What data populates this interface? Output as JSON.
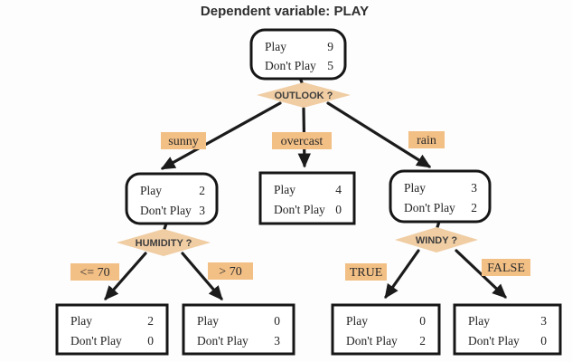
{
  "title": "Dependent variable: PLAY",
  "colors": {
    "diamond_fill": "#f0cda3",
    "branch_label_fill": "#f2bf85",
    "line": "#1b1b1b",
    "node_border": "#161616",
    "background": "#fdfdfd",
    "text": "#232323"
  },
  "decisions": [
    {
      "question": "OUTLOOK ?"
    },
    {
      "question": "HUMIDITY ?"
    },
    {
      "question": "WINDY ?"
    }
  ],
  "branches": [
    {
      "label": "sunny"
    },
    {
      "label": "overcast"
    },
    {
      "label": "rain"
    },
    {
      "label": "<= 70"
    },
    {
      "label": "> 70"
    },
    {
      "label": "TRUE"
    },
    {
      "label": "FALSE"
    }
  ],
  "nodes": [
    {
      "name": "root",
      "label1": "Play",
      "value1": "9",
      "label2": "Don't Play",
      "value2": "5"
    },
    {
      "name": "sunny-node",
      "label1": "Play",
      "value1": "2",
      "label2": "Don't Play",
      "value2": "3"
    },
    {
      "name": "overcast-leaf",
      "label1": "Play",
      "value1": "4",
      "label2": "Don't Play",
      "value2": "0"
    },
    {
      "name": "rain-node",
      "label1": "Play",
      "value1": "3",
      "label2": "Don't Play",
      "value2": "2"
    },
    {
      "name": "humidity-le70-leaf",
      "label1": "Play",
      "value1": "2",
      "label2": "Don't Play",
      "value2": "0"
    },
    {
      "name": "humidity-gt70-leaf",
      "label1": "Play",
      "value1": "0",
      "label2": "Don't Play",
      "value2": "3"
    },
    {
      "name": "windy-true-leaf",
      "label1": "Play",
      "value1": "0",
      "label2": "Don't Play",
      "value2": "2"
    },
    {
      "name": "windy-false-leaf",
      "label1": "Play",
      "value1": "3",
      "label2": "Don't Play",
      "value2": "0"
    }
  ]
}
